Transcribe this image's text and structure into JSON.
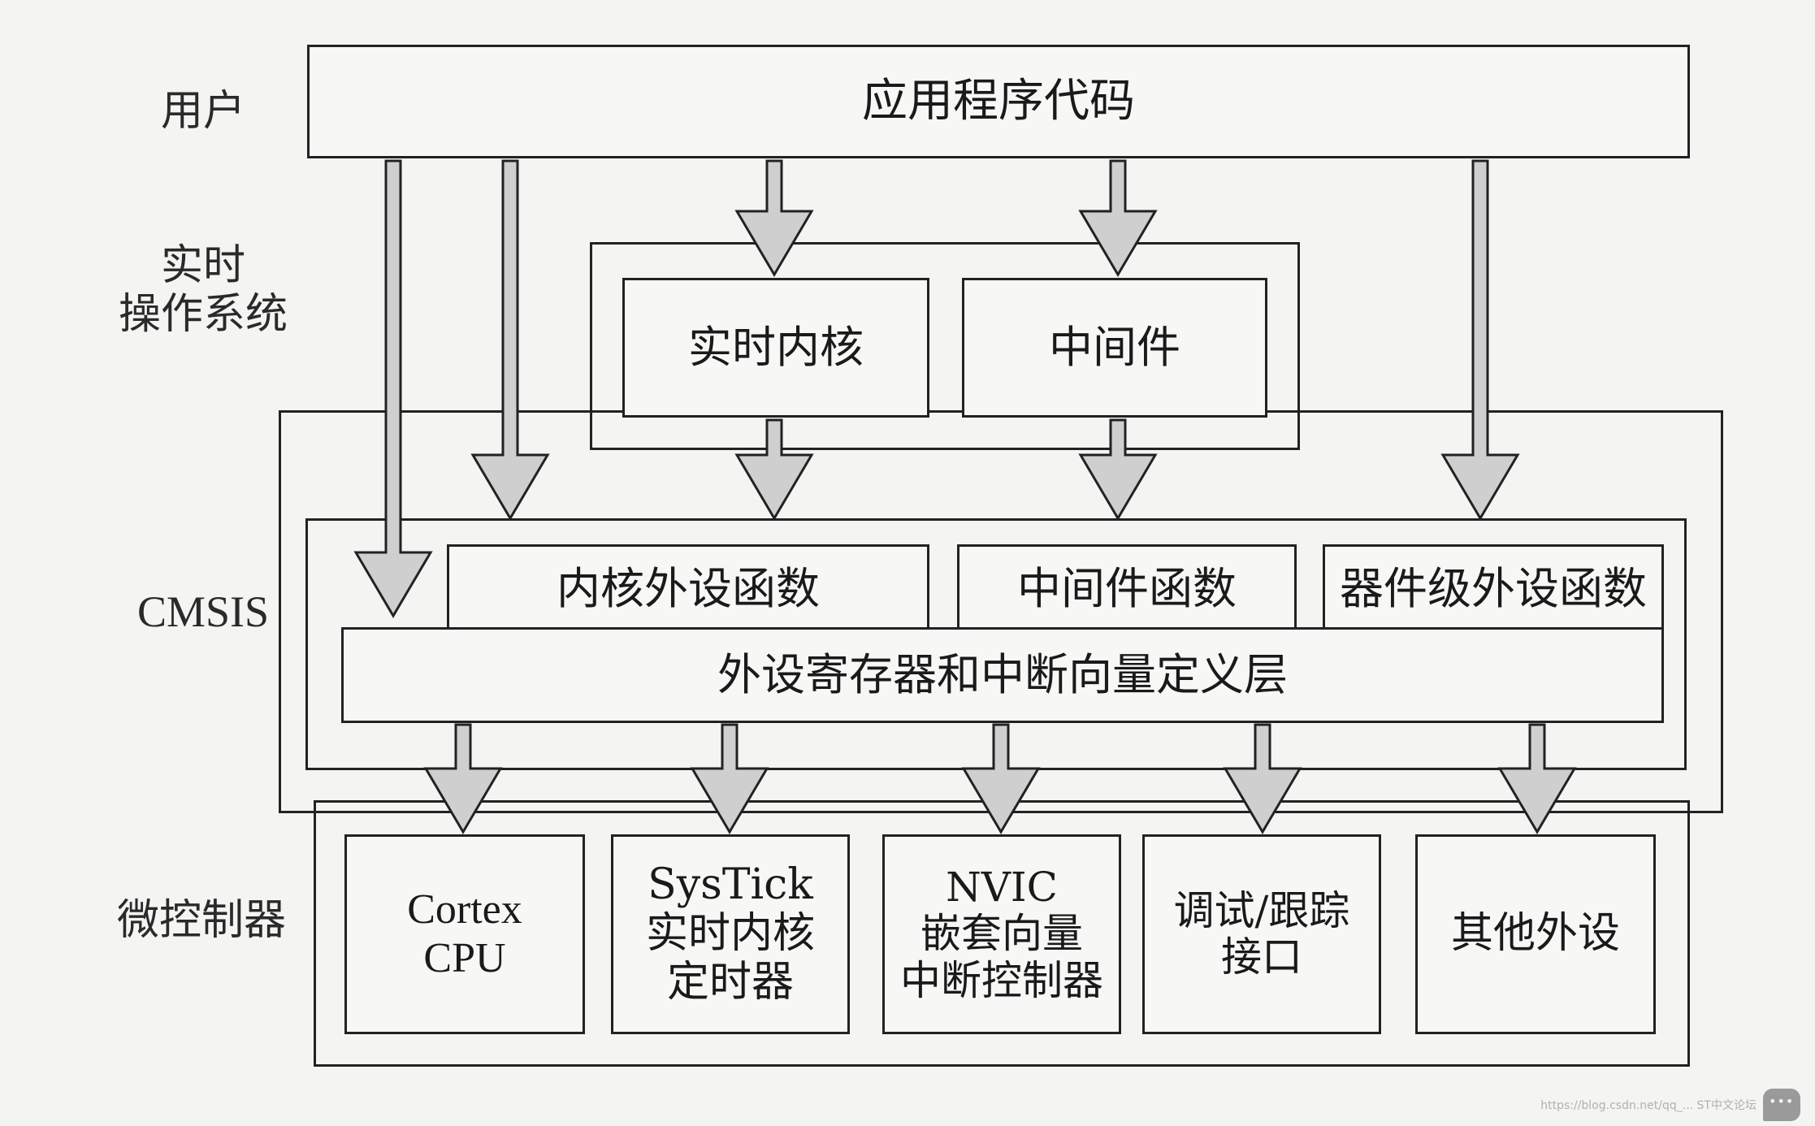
{
  "layers": {
    "user": "用户",
    "rtos": "实时\n操作系统",
    "cmsis": "CMSIS",
    "mcu": "微控制器"
  },
  "boxes": {
    "app": "应用程序代码",
    "rt_kernel": "实时内核",
    "middleware": "中间件",
    "core_periph_func": "内核外设函数",
    "middleware_func": "中间件函数",
    "device_periph_func": "器件级外设函数",
    "periph_reg_layer": "外设寄存器和中断向量定义层",
    "cortex_cpu": "Cortex\nCPU",
    "systick": "SysTick\n实时内核\n定时器",
    "nvic": "NVIC\n嵌套向量\n中断控制器",
    "debug": "调试/跟踪\n接口",
    "other_periph": "其他外设"
  },
  "watermark": "https://blog.csdn.net/qq_... ST中文论坛",
  "colors": {
    "line": "#222222",
    "arrow_fill": "#cfcfcf",
    "background": "#f4f4f2"
  }
}
